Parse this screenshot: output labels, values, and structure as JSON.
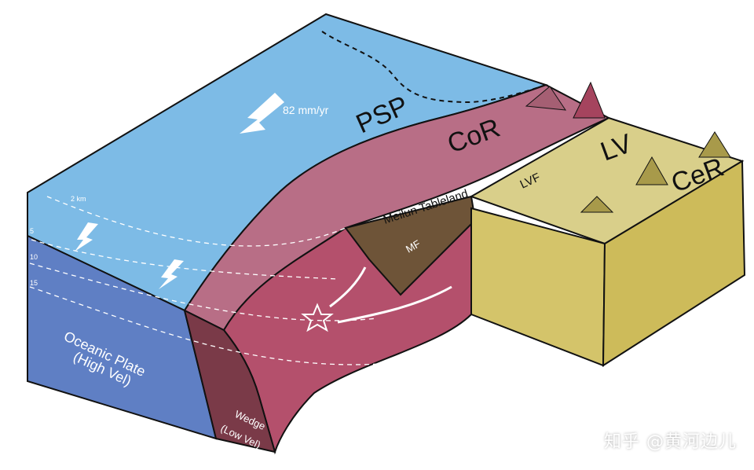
{
  "labels": {
    "psp": "PSP",
    "cor": "CoR",
    "lv": "LV",
    "cer": "CeR",
    "lvf": "LVF",
    "mf": "MF",
    "meilun": "Meilun Tableland",
    "velocity": "82 mm/yr",
    "oceanic_line1": "Oceanic Plate",
    "oceanic_line2": "(High Vel)",
    "wedge_line1": "Wedge",
    "wedge_line2": "(Low Vel)",
    "depth_2": "2 km",
    "depth_5": "5",
    "depth_10": "10",
    "depth_15": "15"
  },
  "watermark": "知乎 @黄河边儿",
  "colors": {
    "psp_surface": "#7dbbe6",
    "oceanic_side": "#5f7fc4",
    "cor_surface": "#b86e86",
    "cor_side": "#b4506c",
    "wedge_side": "#7a3a48",
    "lv_surface": "#d9cf8a",
    "lv_block": "#d4c46a",
    "tableland": "#6e5438",
    "outline": "#111111"
  }
}
